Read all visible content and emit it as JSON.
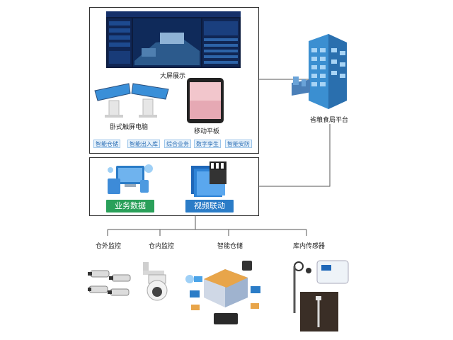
{
  "top_panel": {
    "screen_label": "大屏展示",
    "kiosk_label": "卧式触屏电脑",
    "tablet_label": "移动平板",
    "chips": [
      "智能仓储",
      "智能出入库",
      "综合业务",
      "数字孪生",
      "智能安防"
    ]
  },
  "platform": {
    "label": "省粮食局平台"
  },
  "middle_panel": {
    "business_label": "业务数据",
    "video_label": "视频联动"
  },
  "bottom": {
    "outdoor_label": "仓外监控",
    "indoor_label": "仓内监控",
    "storage_label": "智能仓储",
    "sensor_label": "库内传感器"
  },
  "colors": {
    "green_button": "#2aa05a",
    "blue_button": "#2b7cc7",
    "chip_text": "#2a6db4",
    "dashboard_bg": "#0c1b3d"
  }
}
